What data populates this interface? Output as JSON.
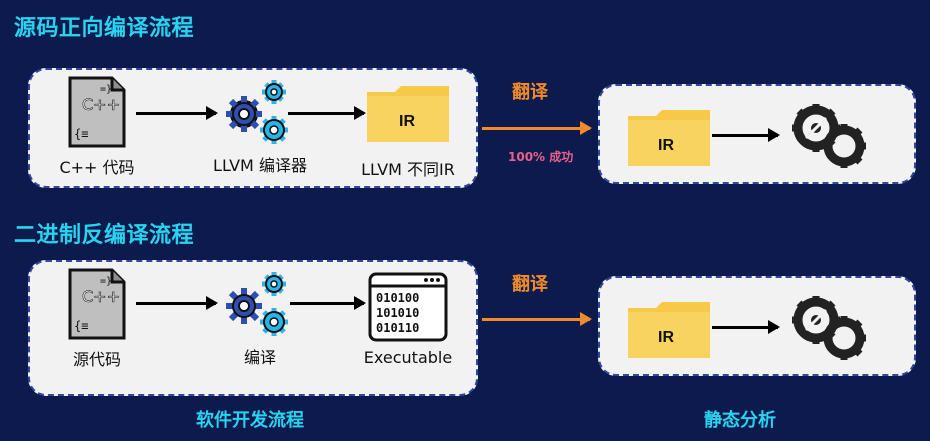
{
  "section1": {
    "title": "源码正向编译流程",
    "nodes": [
      "C++ 代码",
      "LLVM 编译器",
      "LLVM 不同IR"
    ],
    "folder_text": "IR",
    "translate_label": "翻译",
    "success_label": "100% 成功",
    "target_folder_text": "IR"
  },
  "section2": {
    "title": "二进制反编译流程",
    "nodes": [
      "源代码",
      "编译",
      "Executable"
    ],
    "translate_label": "翻译",
    "target_folder_text": "IR"
  },
  "footer": {
    "left": "软件开发流程",
    "right": "静态分析"
  },
  "icons": {
    "code_file": "code-file-icon",
    "gears": "gears-icon",
    "folder": "folder-icon",
    "binary": "binary-window-icon",
    "analysis": "analysis-gears-icon"
  },
  "colors": {
    "background": "#0d1a4d",
    "title": "#29d3f0",
    "accent_orange": "#f08a2a",
    "accent_pink": "#e9628a",
    "folder": "#f7c94a"
  }
}
